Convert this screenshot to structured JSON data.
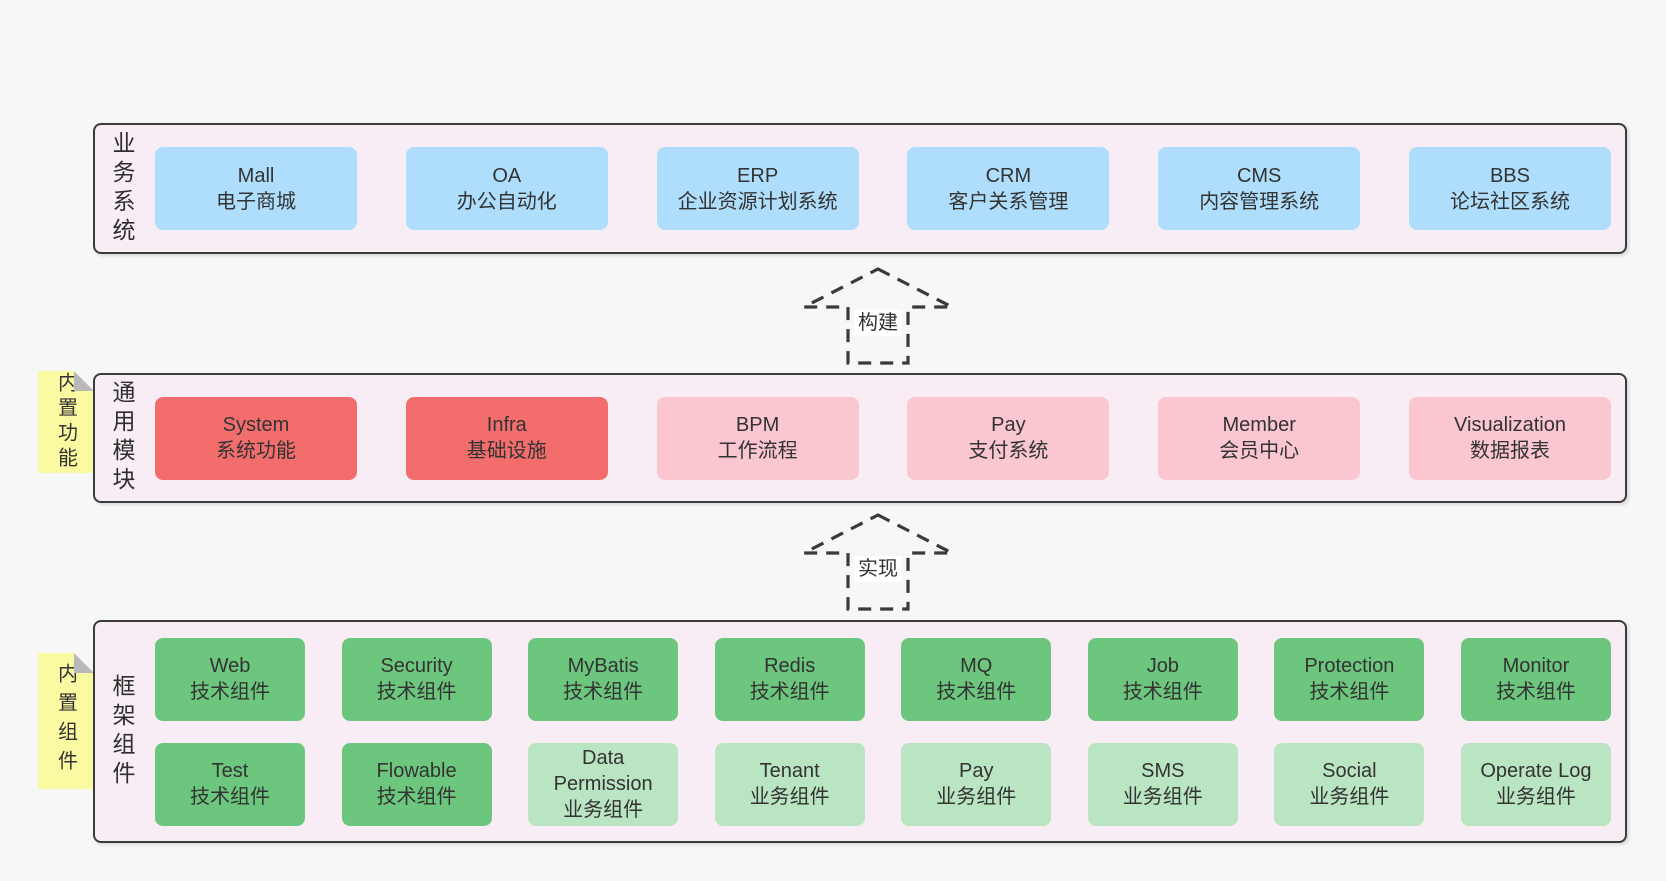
{
  "colors": {
    "pagebg": "#f7f7f7",
    "panelbg": "#f8edf5",
    "border": "#3c3c3c",
    "blue": "#aedefb",
    "red": "#f36d6d",
    "pink": "#fac6cf",
    "green": "#6cc67d",
    "lightgreen": "#bae5c3",
    "stickybg": "#fafaa2",
    "fold": "#b9b9b9"
  },
  "arrows": [
    {
      "label": "构建"
    },
    {
      "label": "实现"
    }
  ],
  "sections": [
    {
      "id": "business-systems",
      "label": "业务系统",
      "sticky": null,
      "rows": [
        [
          {
            "name": "Mall",
            "desc": "电子商城",
            "variant": "blue"
          },
          {
            "name": "OA",
            "desc": "办公自动化",
            "variant": "blue"
          },
          {
            "name": "ERP",
            "desc": "企业资源计划系统",
            "variant": "blue"
          },
          {
            "name": "CRM",
            "desc": "客户关系管理",
            "variant": "blue"
          },
          {
            "name": "CMS",
            "desc": "内容管理系统",
            "variant": "blue"
          },
          {
            "name": "BBS",
            "desc": "论坛社区系统",
            "variant": "blue"
          }
        ]
      ]
    },
    {
      "id": "common-modules",
      "label": "通用模块",
      "sticky": "内置功能",
      "rows": [
        [
          {
            "name": "System",
            "desc": "系统功能",
            "variant": "red"
          },
          {
            "name": "Infra",
            "desc": "基础设施",
            "variant": "red"
          },
          {
            "name": "BPM",
            "desc": "工作流程",
            "variant": "pink"
          },
          {
            "name": "Pay",
            "desc": "支付系统",
            "variant": "pink"
          },
          {
            "name": "Member",
            "desc": "会员中心",
            "variant": "pink"
          },
          {
            "name": "Visualization",
            "desc": "数据报表",
            "variant": "pink"
          }
        ]
      ]
    },
    {
      "id": "framework-components",
      "label": "框架组件",
      "sticky": "内置组件",
      "rows": [
        [
          {
            "name": "Web",
            "desc": "技术组件",
            "variant": "green"
          },
          {
            "name": "Security",
            "desc": "技术组件",
            "variant": "green"
          },
          {
            "name": "MyBatis",
            "desc": "技术组件",
            "variant": "green"
          },
          {
            "name": "Redis",
            "desc": "技术组件",
            "variant": "green"
          },
          {
            "name": "MQ",
            "desc": "技术组件",
            "variant": "green"
          },
          {
            "name": "Job",
            "desc": "技术组件",
            "variant": "green"
          },
          {
            "name": "Protection",
            "desc": "技术组件",
            "variant": "green"
          },
          {
            "name": "Monitor",
            "desc": "技术组件",
            "variant": "green"
          }
        ],
        [
          {
            "name": "Test",
            "desc": "技术组件",
            "variant": "green"
          },
          {
            "name": "Flowable",
            "desc": "技术组件",
            "variant": "green"
          },
          {
            "name": "Data Permission",
            "desc": "业务组件",
            "variant": "lightgreen"
          },
          {
            "name": "Tenant",
            "desc": "业务组件",
            "variant": "lightgreen"
          },
          {
            "name": "Pay",
            "desc": "业务组件",
            "variant": "lightgreen"
          },
          {
            "name": "SMS",
            "desc": "业务组件",
            "variant": "lightgreen"
          },
          {
            "name": "Social",
            "desc": "业务组件",
            "variant": "lightgreen"
          },
          {
            "name": "Operate Log",
            "desc": "业务组件",
            "variant": "lightgreen"
          }
        ]
      ]
    }
  ]
}
